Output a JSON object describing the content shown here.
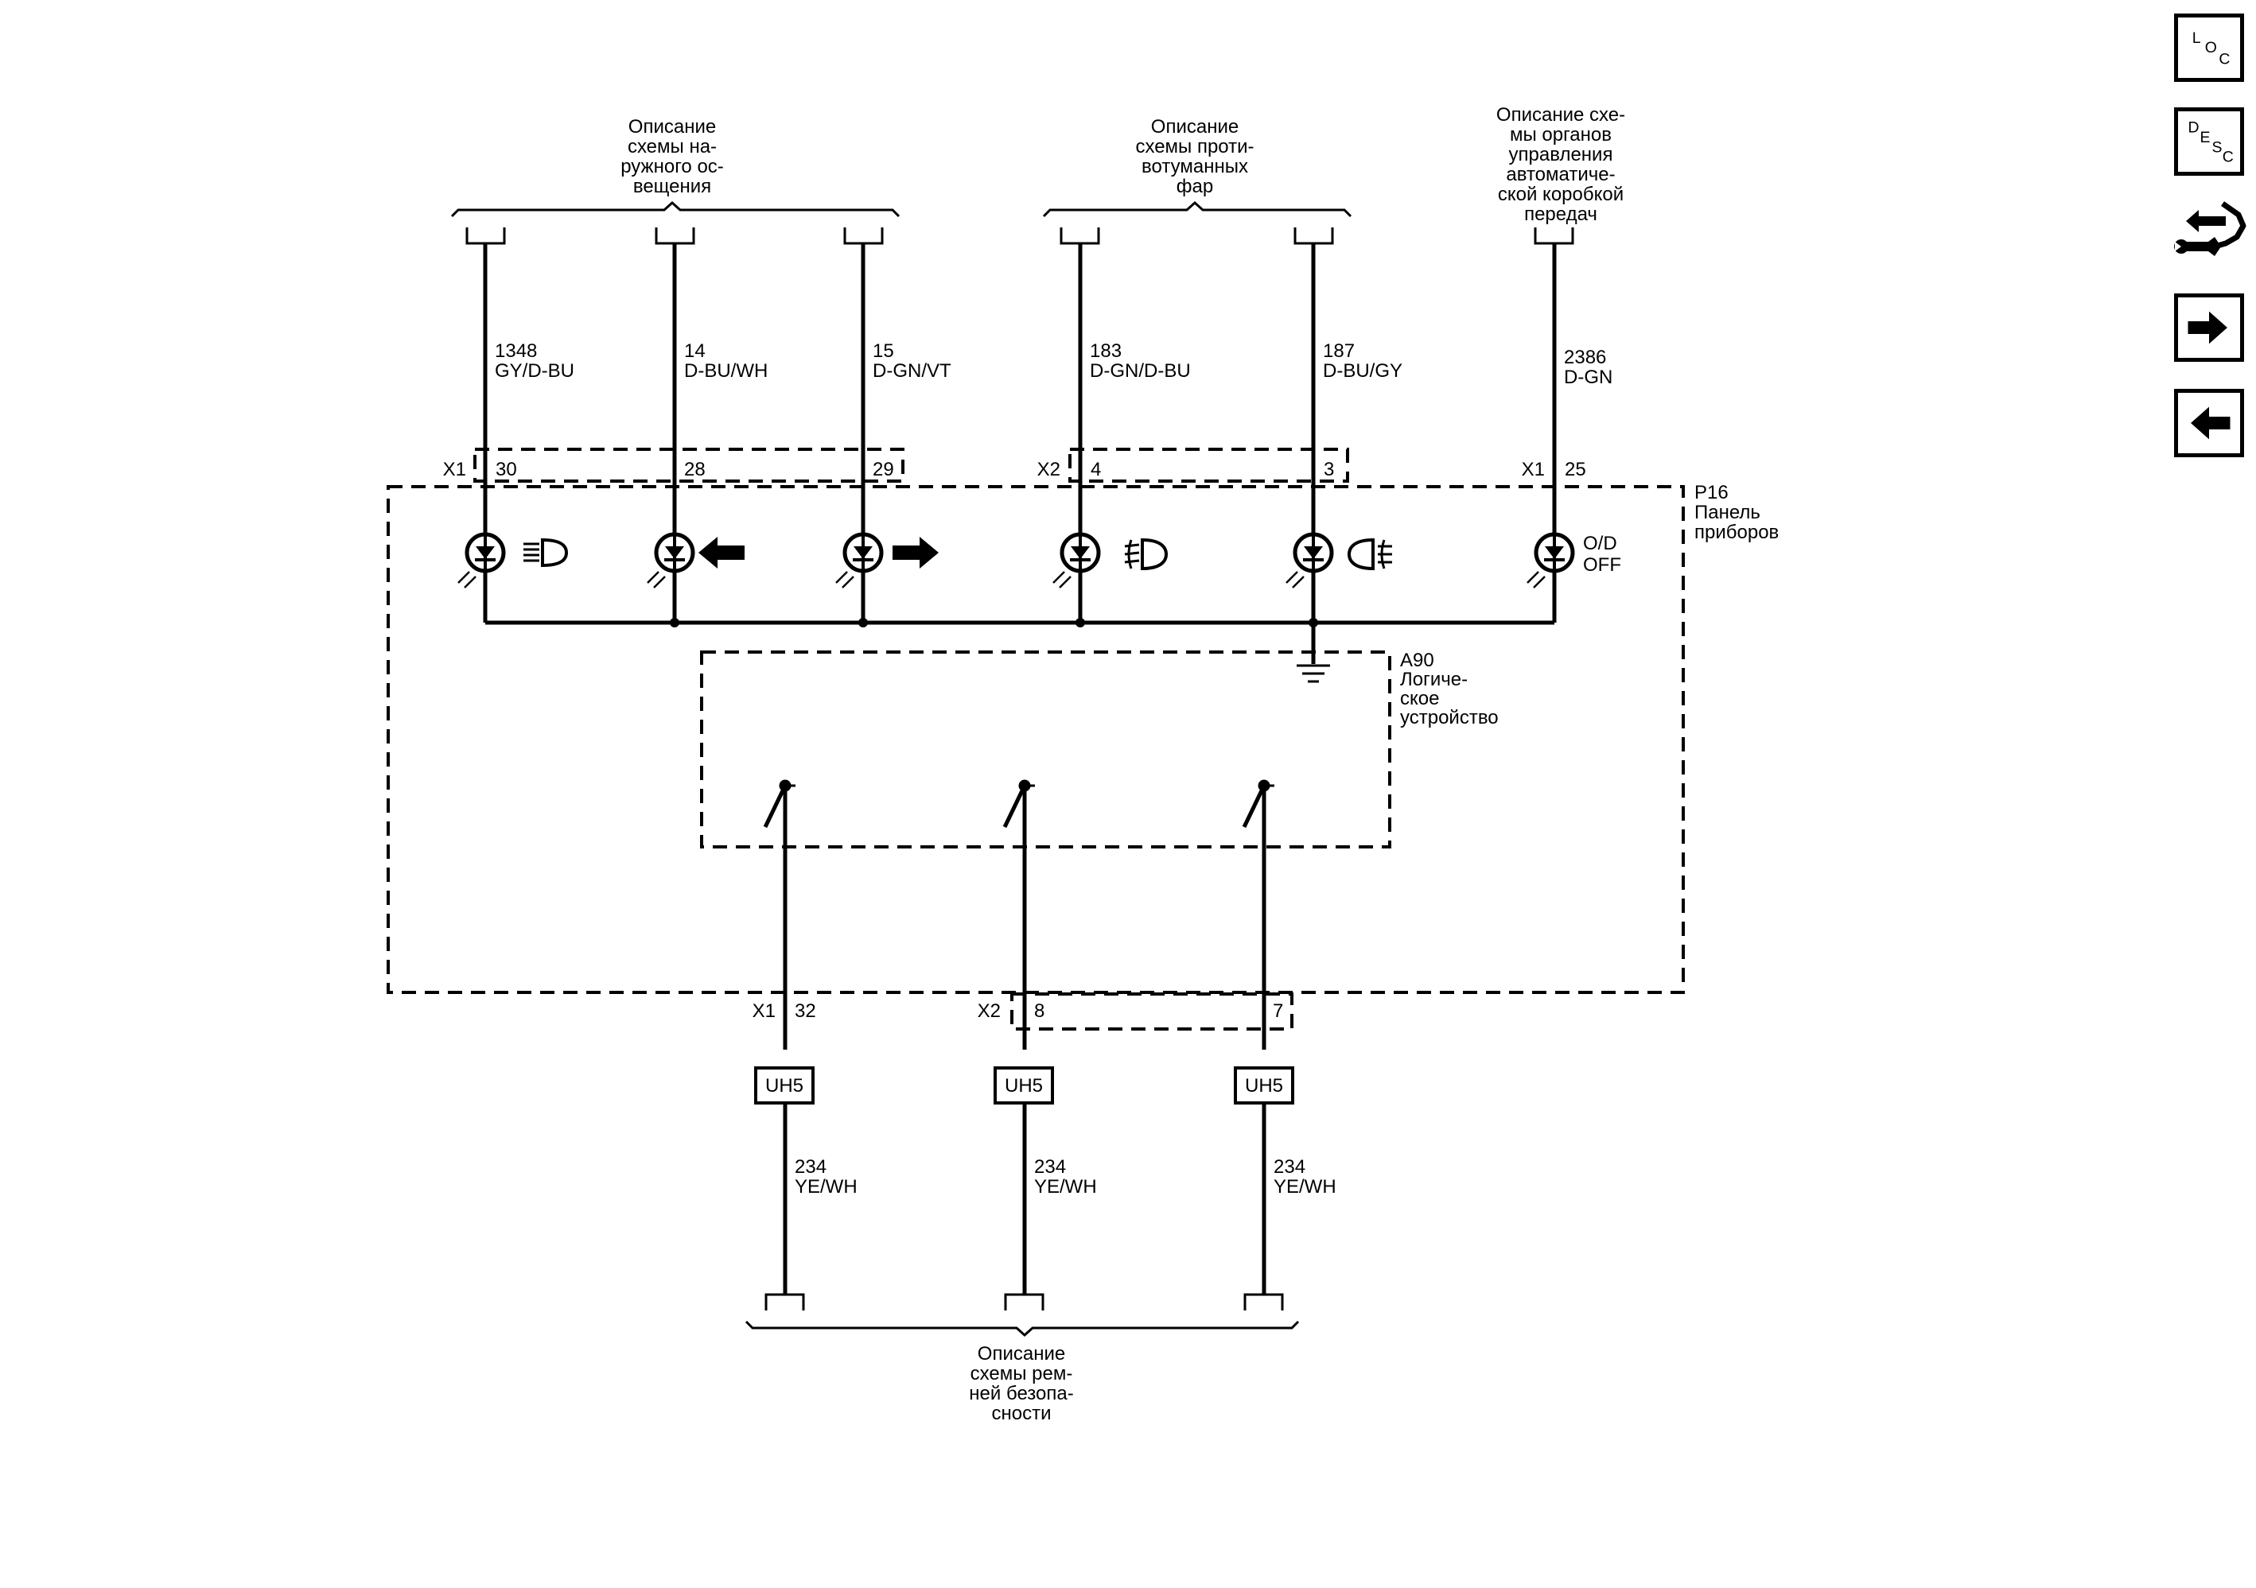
{
  "top_groups": [
    {
      "lines": [
        "Описание",
        "схемы на-",
        "ружного ос-",
        "вещения"
      ]
    },
    {
      "lines": [
        "Описание",
        "схемы проти-",
        "вотуманных",
        "фар"
      ]
    },
    {
      "lines": [
        "Описание схе-",
        "мы органов",
        "управления",
        "автоматиче-",
        "ской коробкой",
        "передач"
      ]
    }
  ],
  "bottom_group": {
    "lines": [
      "Описание",
      "схемы рем-",
      "ней безопа-",
      "сности"
    ]
  },
  "top_wires": [
    {
      "circuit": "1348",
      "color": "GY/D-BU",
      "connector": "X1",
      "pin": "30",
      "indicator": "high-beam-icon"
    },
    {
      "circuit": "14",
      "color": "D-BU/WH",
      "connector": "",
      "pin": "28",
      "indicator": "turn-left-arrow-icon"
    },
    {
      "circuit": "15",
      "color": "D-GN/VT",
      "connector": "",
      "pin": "29",
      "indicator": "turn-right-arrow-icon"
    },
    {
      "circuit": "183",
      "color": "D-GN/D-BU",
      "connector": "X2",
      "pin": "4",
      "indicator": "front-fog-lamp-icon"
    },
    {
      "circuit": "187",
      "color": "D-BU/GY",
      "connector": "",
      "pin": "3",
      "indicator": "rear-fog-lamp-icon"
    },
    {
      "circuit": "2386",
      "color": "D-GN",
      "connector": "X1",
      "pin": "25",
      "indicator": "od-off"
    }
  ],
  "od_off_label": [
    "O/D",
    "OFF"
  ],
  "p16": {
    "id": "P16",
    "lines": [
      "Панель",
      "приборов"
    ]
  },
  "a90": {
    "id": "A90",
    "lines": [
      "Логиче-",
      "ское",
      "устройство"
    ]
  },
  "bottom_wires": [
    {
      "connector": "X1",
      "pin": "32",
      "option": "UH5",
      "circuit": "234",
      "color": "YE/WH"
    },
    {
      "connector": "X2",
      "pin": "8",
      "option": "UH5",
      "circuit": "234",
      "color": "YE/WH"
    },
    {
      "connector": "",
      "pin": "7",
      "option": "UH5",
      "circuit": "234",
      "color": "YE/WH"
    }
  ],
  "side_buttons": [
    {
      "name": "loc-button",
      "letters": [
        "L",
        "O",
        "C"
      ]
    },
    {
      "name": "desc-button",
      "letters": [
        "D",
        "E",
        "S",
        "C"
      ]
    },
    {
      "name": "repair-tools-button",
      "icon": "wrench-arrows-icon"
    },
    {
      "name": "next-page-button",
      "icon": "arrow-right-icon"
    },
    {
      "name": "previous-page-button",
      "icon": "arrow-left-icon"
    }
  ]
}
